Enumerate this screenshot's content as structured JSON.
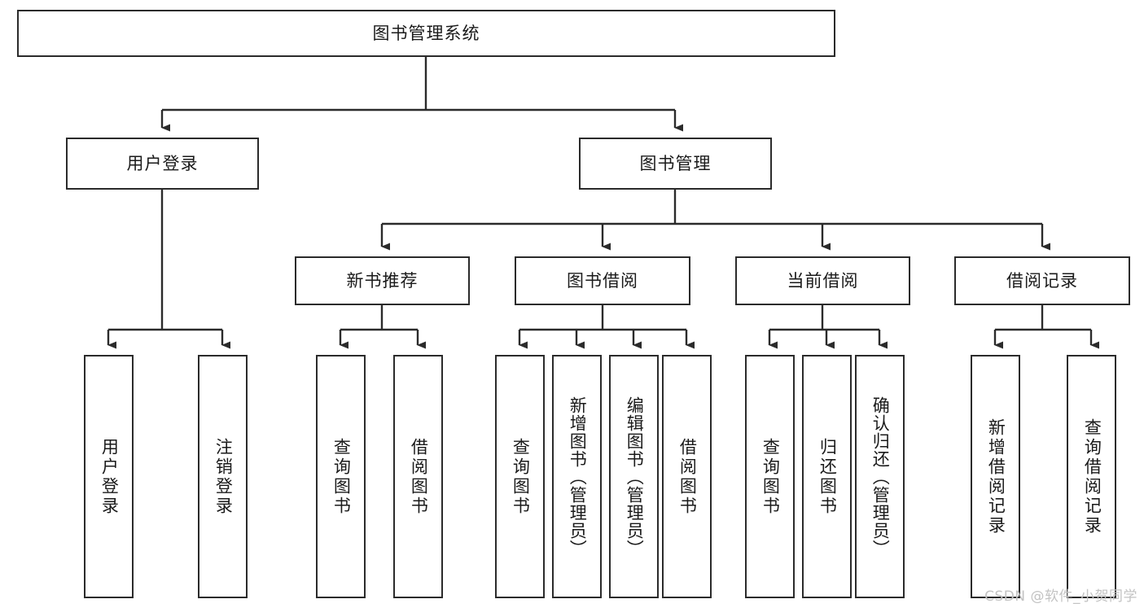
{
  "diagram": {
    "title": "图书管理系统",
    "type": "hierarchy-tree",
    "watermark": "CSDN @软件_小贺同学",
    "colors": {
      "box_border": "#2b2b2b",
      "box_fill": "#ffffff",
      "edge": "#2b2b2b",
      "text": "#1a1a1a",
      "watermark": "#c3c3c3",
      "background": "#ffffff"
    },
    "root": {
      "label": "图书管理系统"
    },
    "level2": [
      {
        "label": "用户登录"
      },
      {
        "label": "图书管理"
      }
    ],
    "level3": [
      {
        "label": "新书推荐"
      },
      {
        "label": "图书借阅"
      },
      {
        "label": "当前借阅"
      },
      {
        "label": "借阅记录"
      }
    ],
    "leaves": {
      "user_login": [
        {
          "label": "用户登录"
        },
        {
          "label": "注销登录"
        }
      ],
      "new_book": [
        {
          "label": "查询图书"
        },
        {
          "label": "借阅图书"
        }
      ],
      "borrow_book": [
        {
          "label": "查询图书"
        },
        {
          "label": "新增图书（管理员）"
        },
        {
          "label": "编辑图书（管理员）"
        },
        {
          "label": "借阅图书"
        }
      ],
      "current_borrow": [
        {
          "label": "查询图书"
        },
        {
          "label": "归还图书"
        },
        {
          "label": "确认归还（管理员）"
        }
      ],
      "borrow_record": [
        {
          "label": "新增借阅记录"
        },
        {
          "label": "查询借阅记录"
        }
      ]
    }
  }
}
